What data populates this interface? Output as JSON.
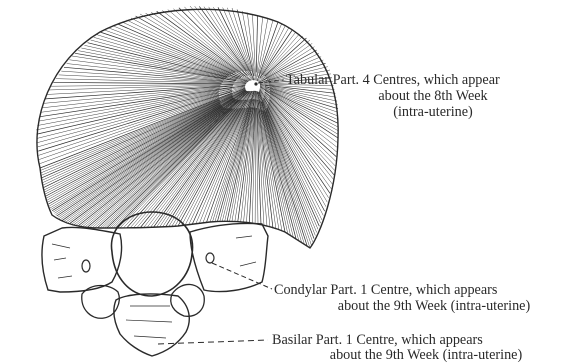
{
  "figure": {
    "parts": [
      {
        "name": "tabular-part",
        "lines": [
          "Tabular Part.  4 Centres, which appear",
          "about the 8th Week",
          "(intra-uterine)"
        ]
      },
      {
        "name": "condylar-part",
        "lines": [
          "Condylar Part.  1 Centre, which appears",
          "about the 9th Week (intra-uterine)"
        ]
      },
      {
        "name": "basilar-part",
        "lines": [
          "Basilar Part.  1 Centre, which appears",
          "about the 9th Week (intra-uterine)"
        ]
      }
    ]
  },
  "colors": {
    "ink": "#2a2a2a",
    "paper": "#ffffff"
  }
}
